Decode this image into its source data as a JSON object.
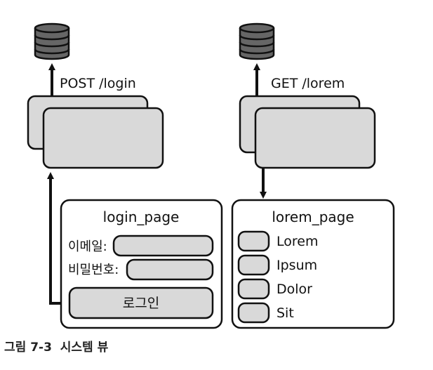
{
  "left": {
    "request": "POST /login",
    "page_title": "login_page",
    "fields": [
      {
        "label": "이메일:"
      },
      {
        "label": "비밀번호:"
      }
    ],
    "button_label": "로그인"
  },
  "right": {
    "request": "GET /lorem",
    "page_title": "lorem_page",
    "items": [
      "Lorem",
      "Ipsum",
      "Dolor",
      "Sit"
    ]
  },
  "caption": {
    "figure": "그림 7-3",
    "title": "시스템 뷰"
  },
  "colors": {
    "box_fill": "#d9d9d9",
    "stroke": "#111111",
    "db_band": "#666666"
  }
}
